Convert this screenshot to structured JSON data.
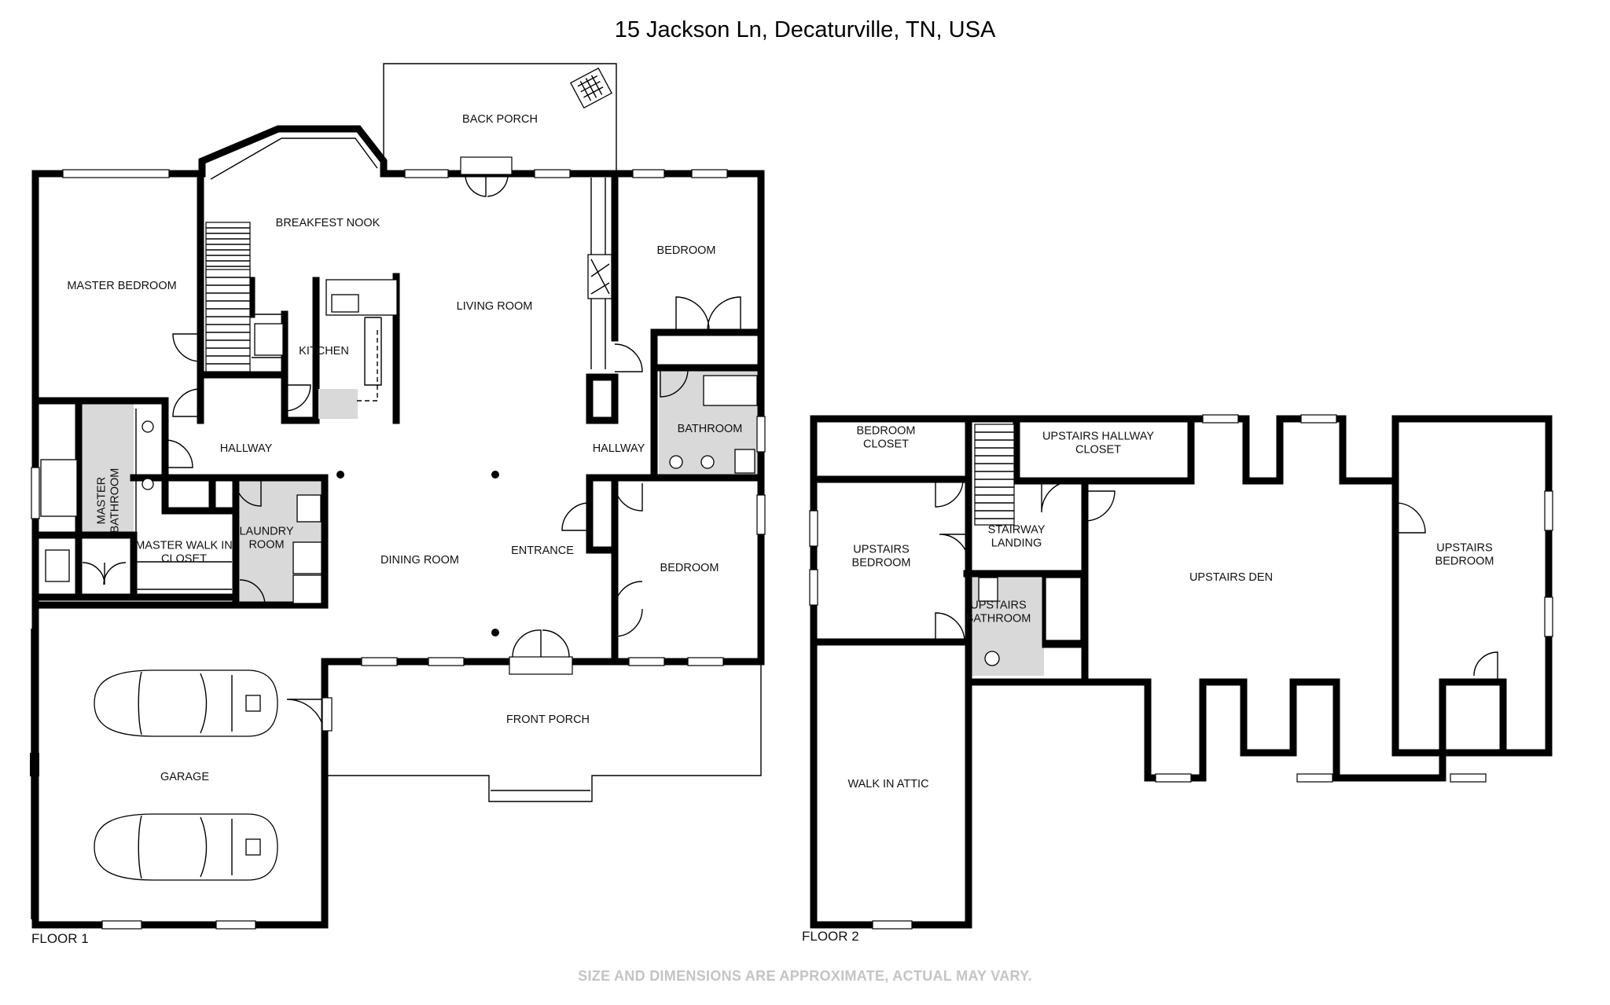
{
  "title": "15 Jackson Ln, Decaturville, TN, USA",
  "disclaimer": "SIZE AND DIMENSIONS ARE APPROXIMATE, ACTUAL MAY VARY.",
  "floors": [
    {
      "label": "FLOOR 1",
      "rooms": [
        {
          "id": "back-porch",
          "lines": [
            "BACK PORCH"
          ]
        },
        {
          "id": "breakfast-nook",
          "lines": [
            "BREAKFEST NOOK"
          ]
        },
        {
          "id": "master-bedroom",
          "lines": [
            "MASTER BEDROOM"
          ]
        },
        {
          "id": "bedroom-1",
          "lines": [
            "BEDROOM"
          ]
        },
        {
          "id": "living-room",
          "lines": [
            "LIVING ROOM"
          ]
        },
        {
          "id": "kitchen",
          "lines": [
            "KITCHEN"
          ]
        },
        {
          "id": "bathroom",
          "lines": [
            "BATHROOM"
          ]
        },
        {
          "id": "hallway-left",
          "lines": [
            "HALLWAY"
          ]
        },
        {
          "id": "hallway-right",
          "lines": [
            "HALLWAY"
          ]
        },
        {
          "id": "master-bathroom",
          "lines": [
            "MASTER",
            "BATHROOM"
          ]
        },
        {
          "id": "master-walk-in-closet",
          "lines": [
            "MASTER WALK IN",
            "CLOSET"
          ]
        },
        {
          "id": "laundry-room",
          "lines": [
            "LAUNDRY",
            "ROOM"
          ]
        },
        {
          "id": "dining-room",
          "lines": [
            "DINING ROOM"
          ]
        },
        {
          "id": "entrance",
          "lines": [
            "ENTRANCE"
          ]
        },
        {
          "id": "bedroom-2",
          "lines": [
            "BEDROOM"
          ]
        },
        {
          "id": "front-porch",
          "lines": [
            "FRONT PORCH"
          ]
        },
        {
          "id": "garage",
          "lines": [
            "GARAGE"
          ]
        }
      ]
    },
    {
      "label": "FLOOR 2",
      "rooms": [
        {
          "id": "bedroom-closet",
          "lines": [
            "BEDROOM",
            "CLOSET"
          ]
        },
        {
          "id": "upstairs-hallway-closet",
          "lines": [
            "UPSTAIRS HALLWAY",
            "CLOSET"
          ]
        },
        {
          "id": "upstairs-bedroom-left",
          "lines": [
            "UPSTAIRS",
            "BEDROOM"
          ]
        },
        {
          "id": "stairway-landing",
          "lines": [
            "STAIRWAY",
            "LANDING"
          ]
        },
        {
          "id": "upstairs-den",
          "lines": [
            "UPSTAIRS DEN"
          ]
        },
        {
          "id": "upstairs-bedroom-right",
          "lines": [
            "UPSTAIRS",
            "BEDROOM"
          ]
        },
        {
          "id": "upstairs-bathroom",
          "lines": [
            "UPSTAIRS",
            "BATHROOM"
          ]
        },
        {
          "id": "walk-in-attic",
          "lines": [
            "WALK IN ATTIC"
          ]
        }
      ]
    }
  ]
}
